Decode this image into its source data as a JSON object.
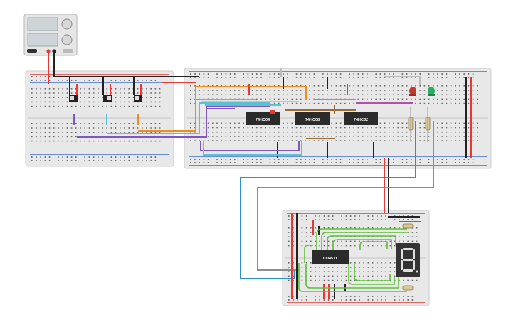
{
  "workspace": {
    "title": "Breadboard circuit simulation",
    "background": "#ffffff"
  },
  "power_supply": {
    "icon": "power-supply-icon",
    "body_color": "#e6e6e6",
    "display_color": "#cfd4d8",
    "knob_color": "#d7d7d7"
  },
  "chips": [
    {
      "id": "u1",
      "label": "74HC04"
    },
    {
      "id": "u2",
      "label": "74HC08"
    },
    {
      "id": "u3",
      "label": "74HC32"
    },
    {
      "id": "u4",
      "label": "CD4511"
    }
  ],
  "display": {
    "digit": "8",
    "color": "#e0e0e0",
    "body_color": "#333333"
  },
  "leds": [
    {
      "name": "red-led",
      "color": "#c0392b"
    },
    {
      "name": "green-led",
      "color": "#27ae60"
    }
  ],
  "wire_colors": {
    "red": "#e53935",
    "black": "#222222",
    "orange": "#f08c1a",
    "yellow": "#e8d21e",
    "purple": "#7e57c2",
    "cyan": "#5bc0cf",
    "blue": "#2b8fd0",
    "green": "#5fbf3a",
    "grey": "#8d8d8d",
    "brown": "#9c6b3a",
    "magenta": "#b04fb0",
    "darkblue": "#2c3e90"
  },
  "board_color": "#e8e8e8"
}
